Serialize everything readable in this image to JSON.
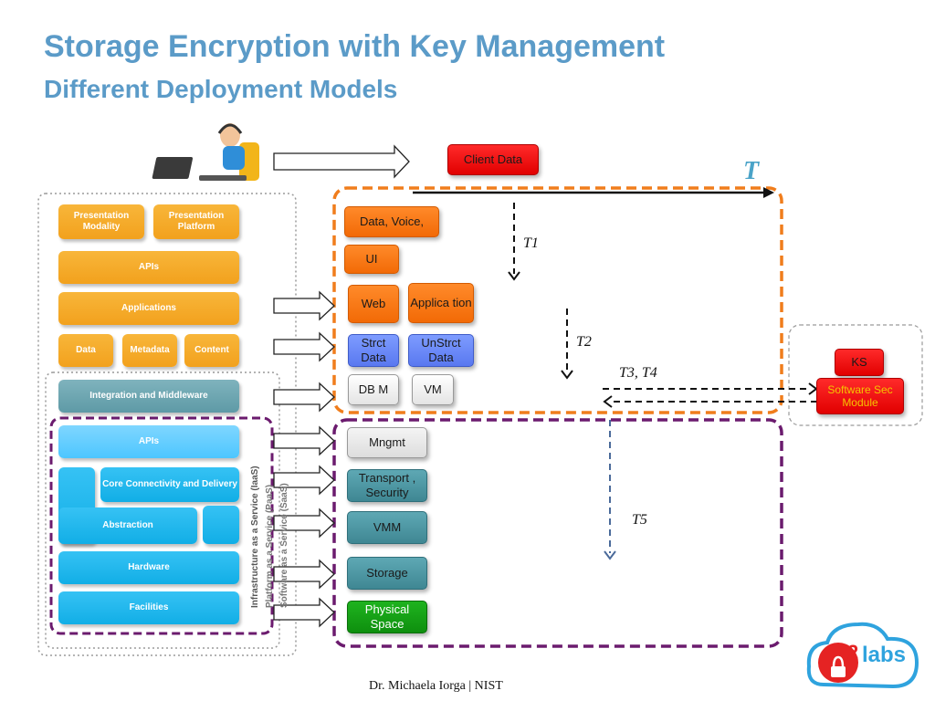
{
  "slide": {
    "title": "Storage Encryption with Key Management",
    "subtitle": "Different Deployment Models",
    "footer": "Dr. Michaela Iorga | NIST"
  },
  "client": {
    "label": "Client Data"
  },
  "stack": {
    "presentation_modality": "Presentation Modality",
    "presentation_platform": "Presentation Platform",
    "apis_top": "APIs",
    "applications": "Applications",
    "data": "Data",
    "metadata": "Metadata",
    "content": "Content",
    "integration": "Integration and Middleware",
    "apis_bottom": "APIs",
    "core_connectivity": "Core Connectivity and Delivery",
    "abstraction": "Abstraction",
    "hardware": "Hardware",
    "facilities": "Facilities",
    "iaas": "Infrastructure as a Service (IaaS)",
    "paas": "Platform as a Service (PaaS)",
    "saas": "Software as a Service (SaaS)"
  },
  "upper": {
    "data_voice": "Data, Voice,",
    "ui": "UI",
    "web": "Web",
    "application": "Applica tion",
    "strct_data": "Strct Data",
    "unstrct_data": "UnStrct Data",
    "dbm": "DB M",
    "vm": "VM"
  },
  "lower": {
    "mngmt": "Mngmt",
    "transport_security": "Transport , Security",
    "vmm": "VMM",
    "storage": "Storage",
    "physical_space": "Physical Space"
  },
  "keys": {
    "ks": "KS",
    "software_sec_module": "Software Sec Module"
  },
  "labels": {
    "t": "T",
    "t1": "T1",
    "t2": "T2",
    "t3_t4": "T3, T4",
    "t5": "T5"
  },
  "logo": {
    "text": "labs",
    "digit": "2"
  },
  "colors": {
    "title": "#5b9bc8",
    "orange_dashed": "#f07d1c",
    "purple_dashed": "#6b1b6e",
    "ks_red": "#e10000",
    "software_text": "#f5c400"
  }
}
